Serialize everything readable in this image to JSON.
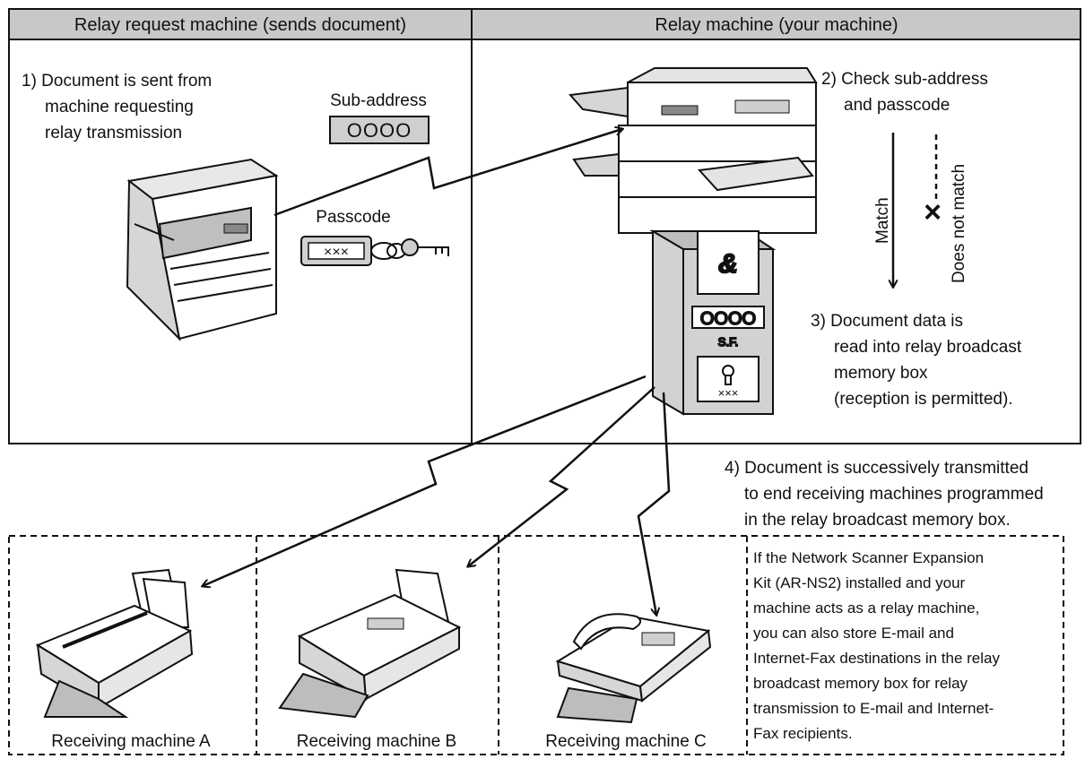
{
  "header": {
    "left": "Relay request machine (sends document)",
    "right": "Relay machine (your machine)"
  },
  "steps": {
    "step1": [
      "1) Document is sent from",
      "machine requesting",
      "relay transmission"
    ],
    "step2": [
      "2) Check sub-address",
      "and passcode"
    ],
    "step3": [
      "3) Document data is",
      "read into relay broadcast",
      "memory box",
      "(reception is permitted)."
    ],
    "step4": [
      "4) Document is successively transmitted",
      "to end receiving machines programmed",
      "in the relay broadcast memory box."
    ]
  },
  "labels": {
    "sub_address": "Sub-address",
    "sub_address_symbol": "OOOO",
    "passcode": "Passcode",
    "passcode_symbol": "×××",
    "match": "Match",
    "does_not_match": "Does not match",
    "sf": "S.F.",
    "box_code": "OOOO",
    "box_passcode": "×××",
    "x_mark": "×"
  },
  "receivers": [
    {
      "label": "Receiving machine A"
    },
    {
      "label": "Receiving machine B"
    },
    {
      "label": "Receiving machine C"
    }
  ],
  "note": [
    "If the Network Scanner Expansion",
    "Kit (AR-NS2) installed and your",
    "machine acts as a relay machine,",
    "you can also store E-mail and",
    "Internet-Fax destinations in the relay",
    "broadcast memory box for relay",
    "transmission to E-mail and Internet-",
    "Fax recipients."
  ]
}
